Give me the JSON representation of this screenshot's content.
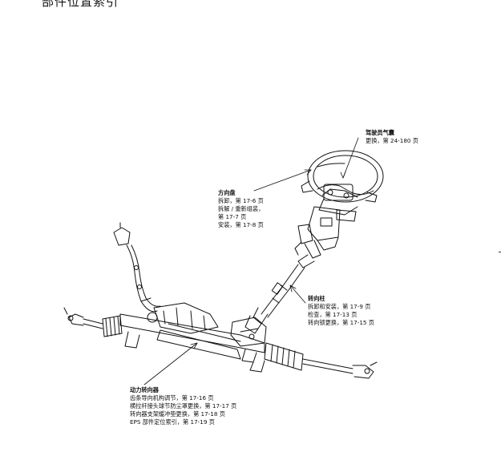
{
  "page_title": "部件位置索引",
  "callouts": {
    "airbag": {
      "title": "驾驶员气囊",
      "lines": [
        "更换，第 24-180 页"
      ]
    },
    "steering_wheel": {
      "title": "方向盘",
      "lines": [
        "拆卸，第 17-6 页",
        "拆解 / 重新组装，",
        "第 17-7 页",
        "安装，第 17-8 页"
      ]
    },
    "steering_column": {
      "title": "转向柱",
      "lines": [
        "拆卸和安装，第 17-9 页",
        "检查，第 17-13 页",
        "转向锁更换，第 17-15 页"
      ]
    },
    "power_steering": {
      "title": "动力转向器",
      "lines": [
        "齿条导向机构调节，第 17-16 页",
        "横拉杆接头球节防尘罩更换，第 17-17 页",
        "转向器支架缓冲垫更换，第 17-18 页",
        "EPS 部件定位索引，第 17-19 页"
      ]
    }
  }
}
